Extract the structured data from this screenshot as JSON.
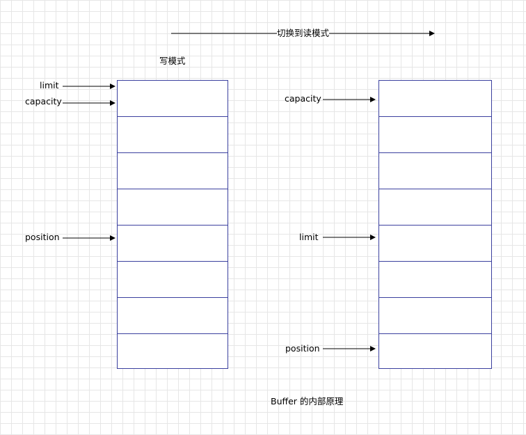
{
  "top_arrow": {
    "label": "切换到读模式"
  },
  "write_mode": {
    "title": "写模式",
    "buffer_cell_count": 8,
    "pointers": {
      "limit": "limit",
      "capacity": "capacity",
      "position": "position"
    }
  },
  "read_mode": {
    "buffer_cell_count": 8,
    "pointers": {
      "capacity": "capacity",
      "limit": "limit",
      "position": "position"
    }
  },
  "caption": "Buffer 的内部原理",
  "colors": {
    "grid": "#e6e6e6",
    "buffer_border": "#3a3f9e",
    "arrow": "#000000"
  }
}
